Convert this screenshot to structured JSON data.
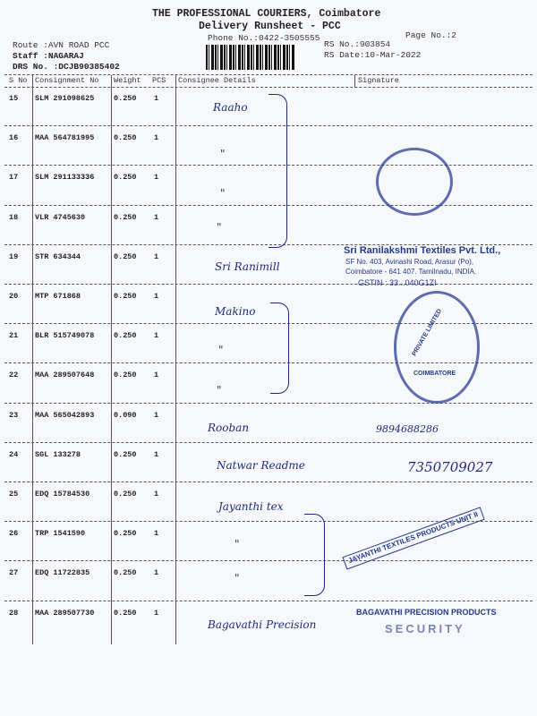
{
  "header": {
    "company": "THE PROFESSIONAL COURIERS, Coimbatore",
    "title": "Delivery Runsheet - PCC",
    "phone": "Phone No.:0422-3505555",
    "page": "Page No.:2",
    "route": "Route :AVN ROAD PCC",
    "staff": "Staff :NAGARAJ",
    "drs": "DRS No. :DCJB90385402",
    "rs_no": "RS No.:903854",
    "rs_date": "RS Date:10-Mar-2022"
  },
  "columns": [
    "S No",
    "Consignment No",
    "Weight",
    "PCS",
    "Consignee Details",
    "Signature"
  ],
  "rows": [
    {
      "sno": "15",
      "cn": "SLM 291098625",
      "wt": "0.250",
      "pcs": "1"
    },
    {
      "sno": "16",
      "cn": "MAA 564781995",
      "wt": "0.250",
      "pcs": "1"
    },
    {
      "sno": "17",
      "cn": "SLM 291133336",
      "wt": "0.250",
      "pcs": "1"
    },
    {
      "sno": "18",
      "cn": "VLR 4745630",
      "wt": "0.250",
      "pcs": "1"
    },
    {
      "sno": "19",
      "cn": "STR 634344",
      "wt": "0.250",
      "pcs": "1"
    },
    {
      "sno": "20",
      "cn": "MTP 671868",
      "wt": "0.250",
      "pcs": "1"
    },
    {
      "sno": "21",
      "cn": "BLR 515749078",
      "wt": "0.250",
      "pcs": "1"
    },
    {
      "sno": "22",
      "cn": "MAA 289507648",
      "wt": "0.250",
      "pcs": "1"
    },
    {
      "sno": "23",
      "cn": "MAA 565042893",
      "wt": "0.090",
      "pcs": "1"
    },
    {
      "sno": "24",
      "cn": "SGL 133278",
      "wt": "0.250",
      "pcs": "1"
    },
    {
      "sno": "25",
      "cn": "EDQ 15784530",
      "wt": "0.250",
      "pcs": "1"
    },
    {
      "sno": "26",
      "cn": "TRP 1541590",
      "wt": "0.250",
      "pcs": "1"
    },
    {
      "sno": "27",
      "cn": "EDQ 11722835",
      "wt": "0.250",
      "pcs": "1"
    },
    {
      "sno": "28",
      "cn": "MAA 289507730",
      "wt": "0.250",
      "pcs": "1"
    }
  ],
  "handwritten": {
    "r15": "Raaho",
    "r19": "Sri Ranimill",
    "r20": "Makino",
    "r23": "Rooban",
    "r24": "Natwar Readme",
    "r25": "Jayanthi tex",
    "r28": "Bagavathi Precision",
    "phone23": "9894688286",
    "phone24": "7350709027",
    "ditto": "\""
  },
  "stamps": {
    "ranilakshmi_name": "Sri Ranilakshmi Textiles Pvt. Ltd.,",
    "ranilakshmi_addr1": "SF No. 403, Avinashi Road, Arasur (Po),",
    "ranilakshmi_addr2": "Coimbatore - 641 407. Tamilnadu, INDIA.",
    "ranilakshmi_gstin": "GSTIN : 33...040G1ZI",
    "jayanthi": "JAYANTHI TEXTILES PRODUCTS UNIT II",
    "bagavathi": "BAGAVATHI PRECISION PRODUCTS",
    "security": "SECURITY",
    "private_limited": "PRIVATE LIMITED",
    "coimbatore": "COIMBATORE"
  }
}
